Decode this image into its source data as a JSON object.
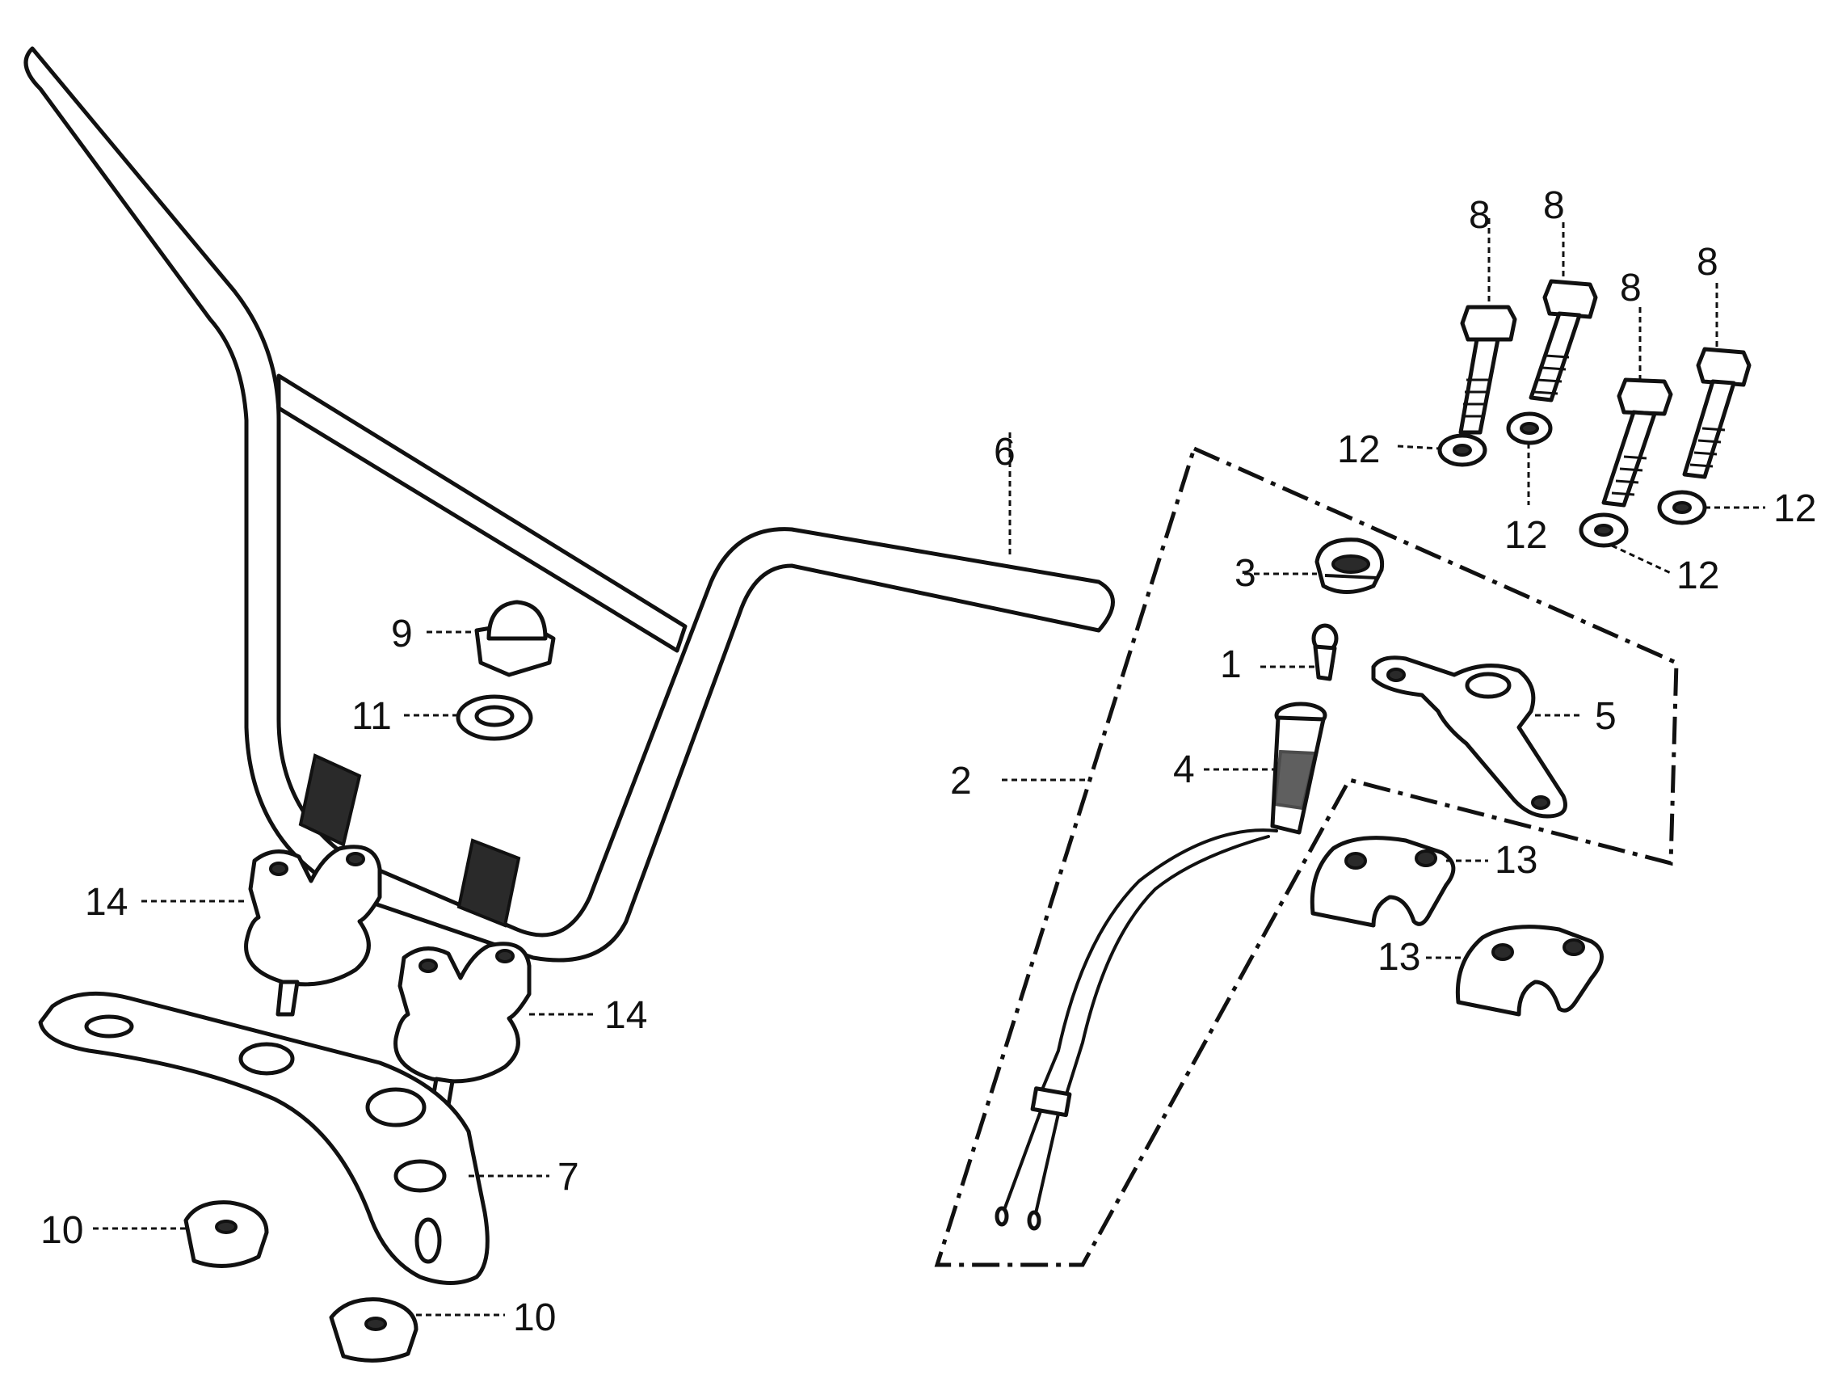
{
  "callouts": {
    "c1": "1",
    "c2": "2",
    "c3": "3",
    "c4": "4",
    "c5": "5",
    "c6": "6",
    "c7": "7",
    "c8a": "8",
    "c8b": "8",
    "c8c": "8",
    "c8d": "8",
    "c9": "9",
    "c10a": "10",
    "c10b": "10",
    "c11": "11",
    "c12a": "12",
    "c12b": "12",
    "c12c": "12",
    "c12d": "12",
    "c13a": "13",
    "c13b": "13",
    "c14a": "14",
    "c14b": "14"
  }
}
